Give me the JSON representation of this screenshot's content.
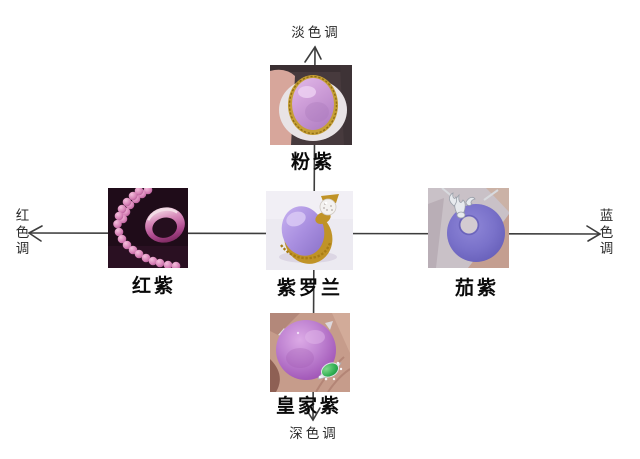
{
  "axes": {
    "top": "淡色调",
    "bottom": "深色调",
    "left": "红色调",
    "right": "蓝色调"
  },
  "nodes": {
    "top": {
      "label": "粉紫",
      "photo": "pink-purple-jade-ring",
      "accent_color": "#cfa0d9"
    },
    "left": {
      "label": "红紫",
      "photo": "red-purple-bead-necklace-bangle",
      "accent_color": "#d178b0"
    },
    "center": {
      "label": "紫罗兰",
      "photo": "violet-jade-pendant",
      "accent_color": "#a98fdf"
    },
    "right": {
      "label": "茄紫",
      "photo": "eggplant-purple-donut-pendant",
      "accent_color": "#7570c5"
    },
    "bottom": {
      "label": "皇家紫",
      "photo": "royal-purple-jade-ring",
      "accent_color": "#b46cc7"
    }
  },
  "style": {
    "axis_line_color": "#3d3d3d",
    "label_color": "#0a0a0a",
    "background": "#ffffff",
    "gold_color": "#c49a2e",
    "jade_green_color": "#2fae52"
  }
}
